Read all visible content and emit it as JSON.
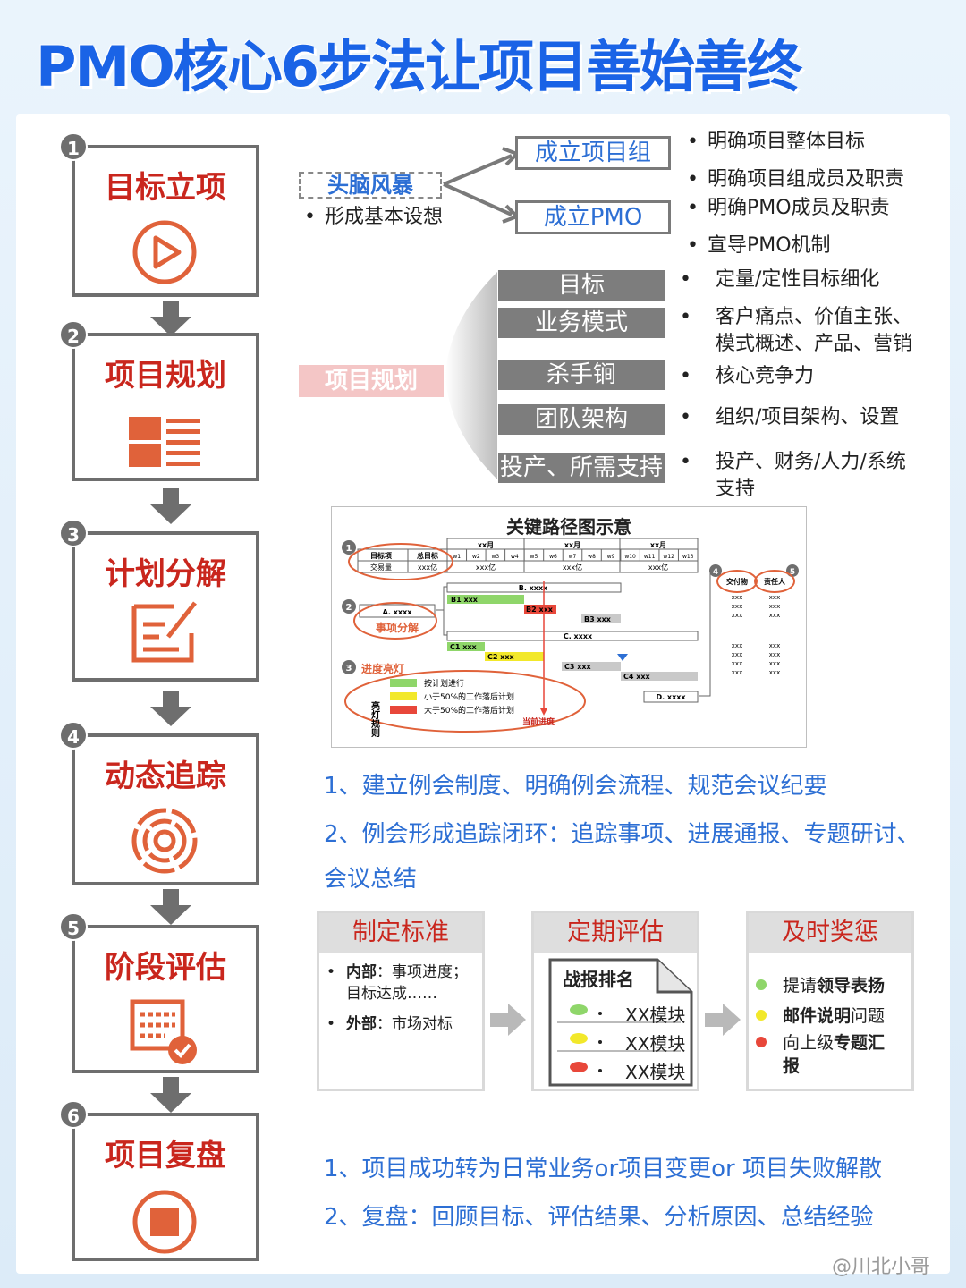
{
  "title": "PMO核心6步法让项目善始善终",
  "steps": [
    {
      "num": "1",
      "label": "目标立项"
    },
    {
      "num": "2",
      "label": "项目规划"
    },
    {
      "num": "3",
      "label": "计划分解"
    },
    {
      "num": "4",
      "label": "动态追踪"
    },
    {
      "num": "5",
      "label": "阶段评估"
    },
    {
      "num": "6",
      "label": "项目复盘"
    }
  ],
  "step1": {
    "brainstorm": "头脑风暴",
    "brainstorm_note": "形成基本设想",
    "box_group": "成立项目组",
    "box_pmo": "成立PMO",
    "bullets": [
      "明确项目整体目标",
      "明确项目组成员及职责",
      "明确PMO成员及职责",
      "宣导PMO机制"
    ]
  },
  "step2": {
    "center_label": "项目规划",
    "items": [
      {
        "label": "目标",
        "desc": "定量/定性目标细化"
      },
      {
        "label": "业务模式",
        "desc": "客户痛点、价值主张、\n模式概述、产品、营销"
      },
      {
        "label": "杀手锏",
        "desc": "核心竞争力"
      },
      {
        "label": "团队架构",
        "desc": "组织/项目架构、设置"
      },
      {
        "label": "投产、所需支持",
        "desc": "投产、财务/人力/系统\n支持"
      }
    ]
  },
  "gantt": {
    "title": "关键路径图示意",
    "num1": "1",
    "num2": "2",
    "num3": "3",
    "num4": "4",
    "num5": "5",
    "col_item": "目标项",
    "col_total": "总目标",
    "row_label": "交易量",
    "row_total": "xxx亿",
    "months": [
      "xx月",
      "xx月",
      "xx月"
    ],
    "weeks": [
      "w1",
      "w2",
      "w3",
      "w4",
      "w5",
      "w6",
      "w7",
      "w8",
      "w9",
      "w10",
      "w11",
      "w12",
      "w13"
    ],
    "month_values": [
      "xxx亿",
      "xxx亿",
      "xxx亿"
    ],
    "a_label": "A. xxxx",
    "decompose": "事项分解",
    "b_main": "B. xxxx",
    "b1": "B1 xxx",
    "b2": "B2 xxx",
    "b3": "B3 xxx",
    "c_main": "C. xxxx",
    "c1": "C1 xxx",
    "c2": "C2 xxx",
    "c3": "C3 xxx",
    "c4": "C4 xxx",
    "d_label": "D. xxxx",
    "light_title": "进度亮灯",
    "light_rule": "亮灯规则",
    "legend": [
      "按计划进行",
      "小于50%的工作落后计划",
      "大于50%的工作落后计划"
    ],
    "current": "当前进度",
    "col_deliver": "交付物",
    "col_owner": "责任人",
    "cell": "xxx",
    "colors": {
      "green": "#8fd66a",
      "yellow": "#f2e82a",
      "red": "#e8473a",
      "gray": "#c9c9c9"
    }
  },
  "step4": {
    "lines": [
      "1、建立例会制度、明确例会流程、规范会议纪要",
      "2、例会形成追踪闭环：追踪事项、进展通报、专题研讨、",
      "会议总结"
    ]
  },
  "step5": {
    "card1": {
      "title": "制定标准",
      "l1b": "内部",
      "l1": "：事项进度；",
      "l1c": "目标达成……",
      "l2b": "外部",
      "l2": "：市场对标"
    },
    "card2": {
      "title": "定期评估",
      "doc_title": "战报排名",
      "rows": [
        "XX模块",
        "XX模块",
        "XX模块"
      ]
    },
    "card3": {
      "title": "及时奖惩",
      "r1a": "提请",
      "r1b": "领导表扬",
      "r2a": "邮件说明",
      "r2b": "问题",
      "r3a": "向上级",
      "r3b": "专题汇",
      "r3c": "报"
    }
  },
  "step6": {
    "lines": [
      "1、项目成功转为日常业务or项目变更or 项目失败解散",
      "2、复盘：回顾目标、评估结果、分析原因、总结经验"
    ]
  },
  "watermark": "@川北小哥",
  "colors": {
    "accent_red": "#c9261d",
    "blue": "#2d6fd4",
    "orange": "#e0623a",
    "gray": "#6e6e6e"
  }
}
